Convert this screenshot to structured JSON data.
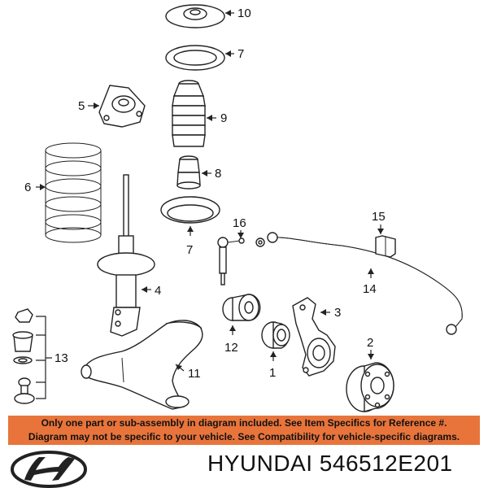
{
  "diagram": {
    "callouts": [
      {
        "id": "c10",
        "label": "10"
      },
      {
        "id": "c7a",
        "label": "7"
      },
      {
        "id": "c5",
        "label": "5"
      },
      {
        "id": "c9",
        "label": "9"
      },
      {
        "id": "c6",
        "label": "6"
      },
      {
        "id": "c8",
        "label": "8"
      },
      {
        "id": "c7b",
        "label": "7"
      },
      {
        "id": "c16",
        "label": "16"
      },
      {
        "id": "c15",
        "label": "15"
      },
      {
        "id": "c4",
        "label": "4"
      },
      {
        "id": "c14",
        "label": "14"
      },
      {
        "id": "c3",
        "label": "3"
      },
      {
        "id": "c12",
        "label": "12"
      },
      {
        "id": "c13",
        "label": "13"
      },
      {
        "id": "c2",
        "label": "2"
      },
      {
        "id": "c1",
        "label": "1"
      },
      {
        "id": "c11",
        "label": "11"
      }
    ]
  },
  "banner": {
    "line1": "Only one part or sub-assembly in diagram included. See Item Specifics for Reference #.",
    "line2": "Diagram may not be specific to your vehicle. See Compatibility for vehicle-specific diagrams."
  },
  "brand": {
    "logo_icon": "hyundai-logo-icon",
    "text": "HYUNDAI 546512E201"
  }
}
